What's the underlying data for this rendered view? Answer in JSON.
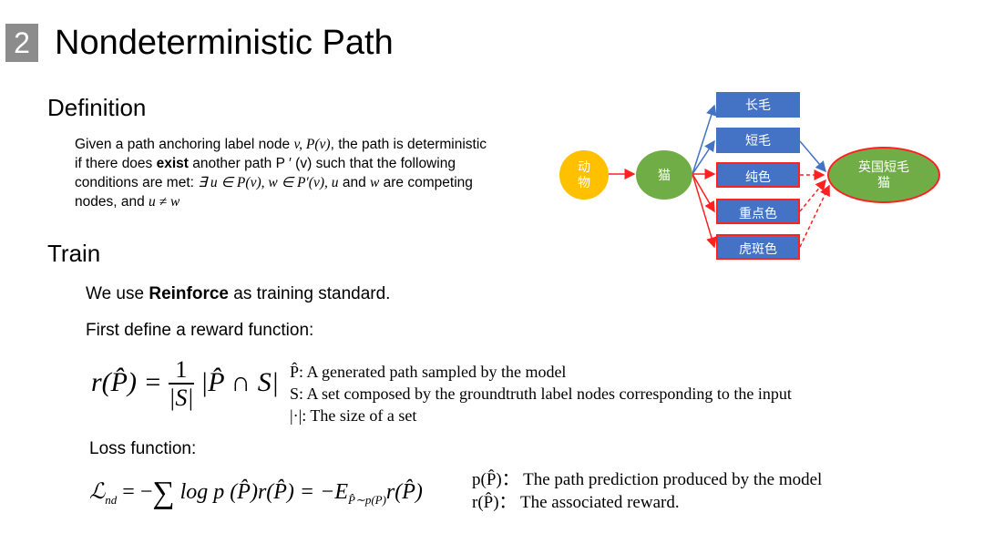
{
  "slide": {
    "number": "2",
    "title": "Nondeterministic Path"
  },
  "definition": {
    "heading": "Definition",
    "line1_pre": "Given a path anchoring label node ",
    "line1_math": "v, P(v)",
    "line1_post": ", the path is deterministic",
    "line2_pre": "if there does ",
    "line2_bold": "exist",
    "line2_post": " another path P ′ (v) such that the following",
    "line3_pre": "conditions are met: ",
    "line3_math": "∃ u ∈ P(v), w ∈ P′(v), u",
    "line3_mid": " and ",
    "line3_math2": "w",
    "line3_post": " are competing",
    "line4_pre": "nodes, and ",
    "line4_math": "u  ≠ w"
  },
  "train": {
    "heading": "Train",
    "line1_pre": "We use ",
    "line1_bold": "Reinforce",
    "line1_post": " as training standard.",
    "line2": "First define a reward function:",
    "reward_lhs": "r(P̂) = ",
    "reward_num": "1",
    "reward_den": "|S|",
    "reward_rhs": " |P̂ ∩ S|",
    "note1": "P̂: A generated path sampled by the model",
    "note2": "S: A set composed by the groundtruth label nodes corresponding to the input",
    "note3": "|·|: The size of a set",
    "loss_label": "Loss function:",
    "loss_lhs": "ℒ",
    "loss_sub": "nd",
    "loss_mid": " = −",
    "loss_sum": "∑",
    "loss_rhs1": " log p (P̂)r(P̂) = −E",
    "loss_sub2": "P̂∼p(P)",
    "loss_rhs2": "r(P̂)",
    "note4_sym": "p(P̂)：",
    "note4_text": " The path prediction produced by the model",
    "note5_sym": "r(P̂)：",
    "note5_text": " The associated reward."
  },
  "diagram": {
    "node_animal": "动\n物",
    "node_cat": "猫",
    "node_long_hair": "长毛",
    "node_short_hair": "短毛",
    "node_solid": "纯色",
    "node_point": "重点色",
    "node_tabby": "虎斑色",
    "node_british": "英国短毛\n猫",
    "colors": {
      "blue": "#4472c4",
      "orange": "#ffc000",
      "green": "#70ad47",
      "red": "#ff2020"
    }
  }
}
